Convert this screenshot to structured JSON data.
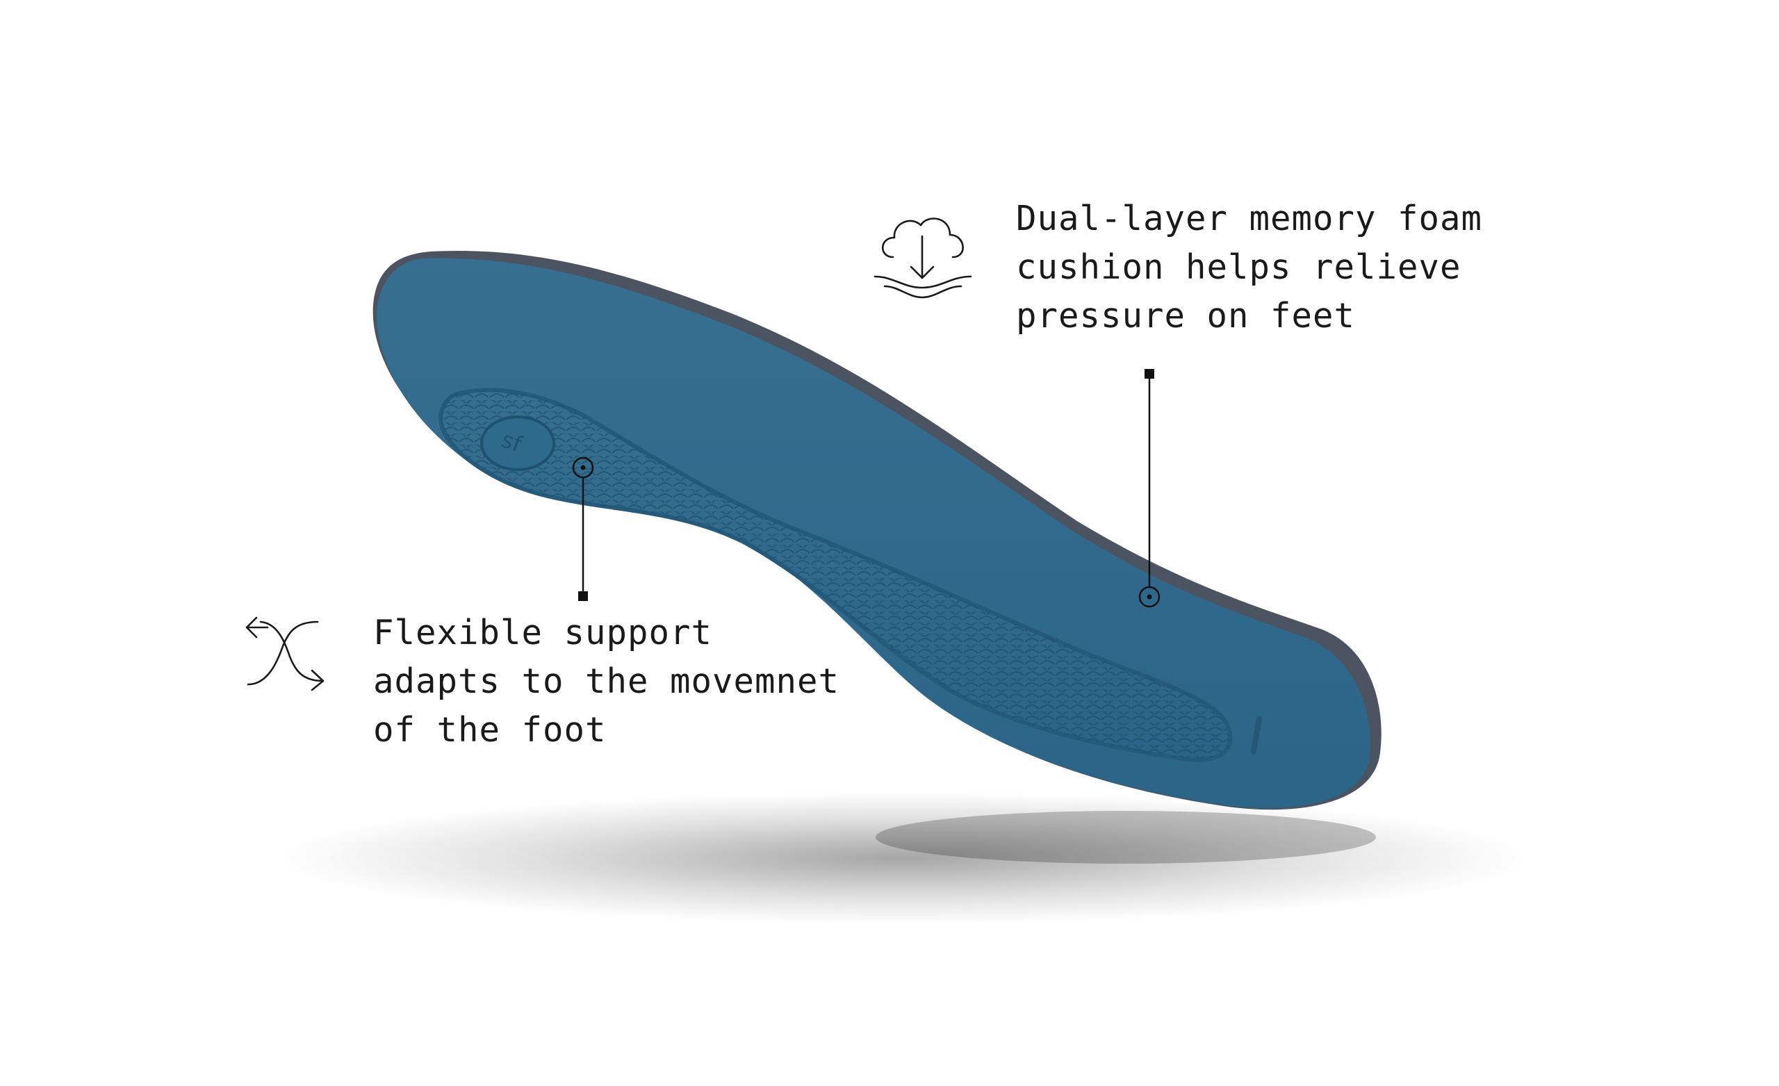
{
  "callouts": {
    "cushion": {
      "icon": "cloud-download-waves-icon",
      "lines": [
        "Dual-layer memory foam",
        "cushion helps relieve",
        "pressure on feet"
      ]
    },
    "flex": {
      "icon": "shuffle-arrows-icon",
      "lines": [
        "Flexible support",
        "adapts to the movemnet",
        "of the foot"
      ]
    }
  },
  "colors": {
    "insole_blue": "#2f6a8c",
    "insole_edge": "#4b5460",
    "text": "#1a1a1a"
  }
}
